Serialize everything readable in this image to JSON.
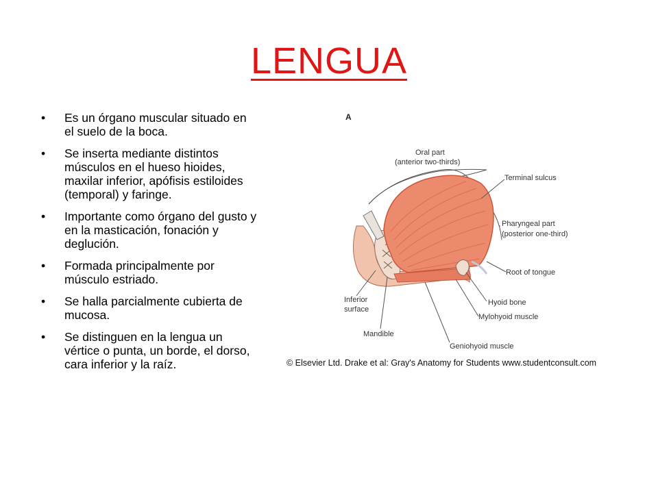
{
  "slide": {
    "title": "LENGUA",
    "title_color": "#e01515",
    "bullet_glyph": "•",
    "bullets": [
      "Es un órgano muscular situado en el suelo de la boca.",
      "Se inserta mediante distintos músculos en el hueso hioides, maxilar inferior, apófisis estiloides (temporal) y faringe.",
      "Importante como órgano del gusto y en la masticación, fonación y deglución.",
      "Formada principalmente por músculo estriado.",
      "Se halla parcialmente cubierta de mucosa.",
      "Se distinguen en la lengua un vértice o punta, un borde, el dorso, cara inferior y la raíz."
    ]
  },
  "figure": {
    "panel_letter": "A",
    "labels": {
      "oral_part_1": "Oral part",
      "oral_part_2": "(anterior two-thirds)",
      "terminal_sulcus": "Terminal sulcus",
      "pharyngeal_part_1": "Pharyngeal part",
      "pharyngeal_part_2": "(posterior one-third)",
      "root_of_tongue": "Root of tongue",
      "inferior_surface_1": "Inferior",
      "inferior_surface_2": "surface",
      "hyoid_bone": "Hyoid bone",
      "mylohyoid_muscle": "Mylohyoid muscle",
      "mandible": "Mandible",
      "geniohyoid_muscle": "Geniohyoid muscle"
    },
    "credit": "© Elsevier Ltd. Drake et al: Gray's Anatomy for Students www.studentconsult.com",
    "colors": {
      "muscle": "#ec8a6e",
      "muscle_dark": "#d9674a",
      "bone": "#f1ddd0"
    }
  }
}
